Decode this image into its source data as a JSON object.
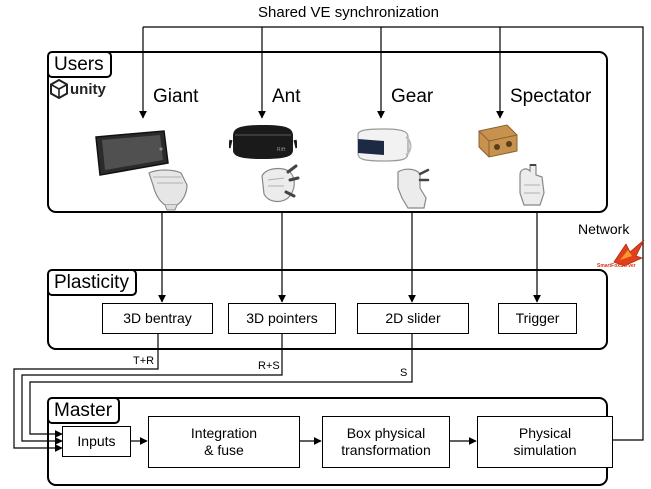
{
  "sync_label": "Shared VE synchronization",
  "users": {
    "title": "Users",
    "engine_logo": "unity",
    "roles": [
      "Giant",
      "Ant",
      "Gear",
      "Spectator"
    ]
  },
  "network": {
    "label": "Network",
    "server_logo": "SmartFoxServer"
  },
  "plasticity": {
    "title": "Plasticity",
    "techniques": [
      "3D bentray",
      "3D pointers",
      "2D slider",
      "Trigger"
    ],
    "wire_labels": [
      "T+R",
      "R+S",
      "S"
    ]
  },
  "master": {
    "title": "Master",
    "inputs": "Inputs",
    "integration_line1": "Integration",
    "integration_line2": "& fuse",
    "box_line1": "Box physical",
    "box_line2": "transformation",
    "physical_line1": "Physical",
    "physical_line2": "simulation"
  }
}
